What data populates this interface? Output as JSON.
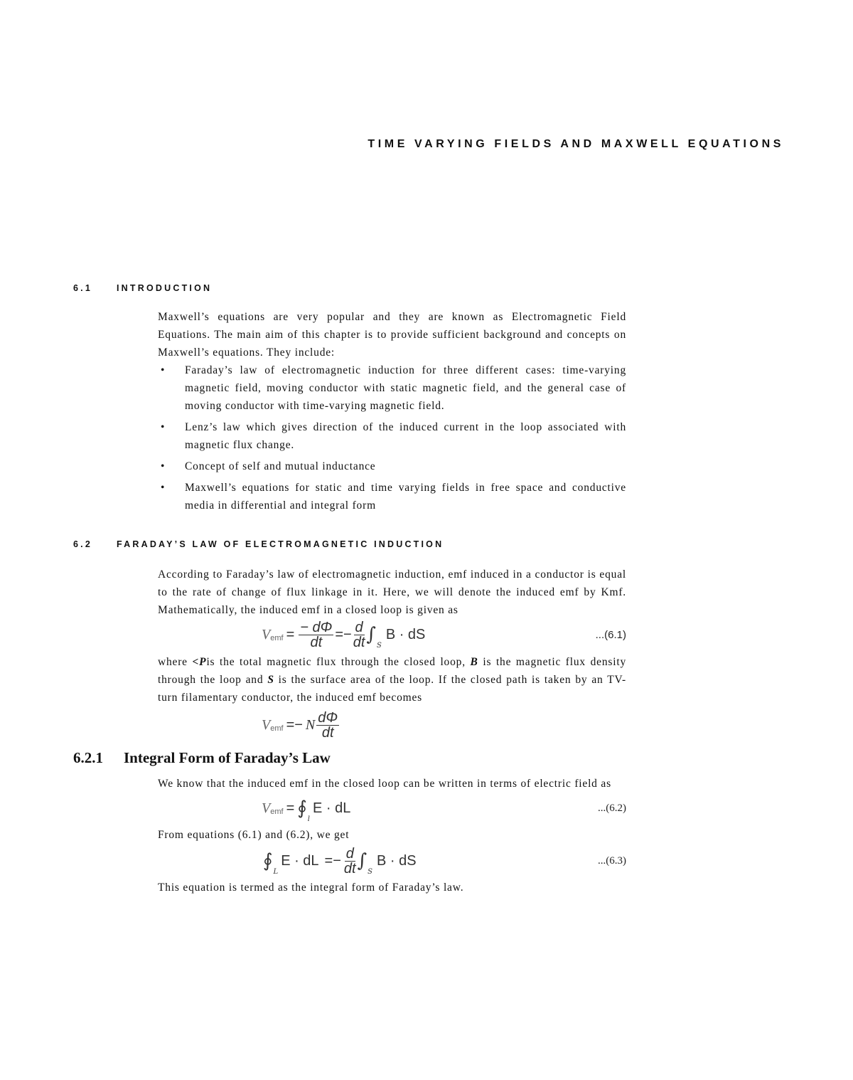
{
  "running_head": "TIME VARYING FIELDS AND MAXWELL EQUATIONS",
  "sections": {
    "s61": {
      "number": "6.1",
      "title": "INTRODUCTION"
    },
    "s62": {
      "number": "6.2",
      "title": "FARADAY’S LAW OF ELECTROMAGNETIC INDUCTION"
    },
    "s621": {
      "number": "6.2.1",
      "title": "Integral Form of Faraday’s Law"
    }
  },
  "intro": {
    "paragraph": "Maxwell’s equations are very popular and they are known as Electromagnetic Field Equations. The main aim of this chapter is to provide sufficient background and concepts on Maxwell’s equations. They include:",
    "bullet": "•",
    "bullets": [
      "Faraday’s law of electromagnetic induction for three different cases: time-varying magnetic field, moving conductor with static magnetic field, and the general case of moving conductor with time-varying magnetic field.",
      "Lenz’s law which gives direction of the induced current in the loop associated with magnetic flux change.",
      "Concept of self and mutual inductance",
      "Maxwell’s equations for static and time varying fields in free space and conductive media in differential and integral form"
    ]
  },
  "faraday": {
    "p1": "According to Faraday’s law of electromagnetic induction, emf induced in a conductor is equal to the rate of change of flux linkage in it. Here, we will denote the induced emf by Kmf. Mathematically, the induced emf in a closed loop is given as",
    "p2_a": "where ",
    "p2_phi": "<P",
    "p2_b": "is the total magnetic flux through the closed loop, ",
    "p2_B": "B",
    "p2_c": " is the magnetic flux density through the loop and ",
    "p2_S": "S",
    "p2_d": " is the surface area of the loop. If the closed path is taken by an TV-turn filamentary conductor, the induced emf becomes"
  },
  "integral_form": {
    "p1": "We know that the induced emf in the closed loop can be written in terms of electric field as",
    "p2": "From equations (6.1) and (6.2), we get",
    "p3": "This equation is termed as the integral form of Faraday’s law."
  },
  "equations": {
    "V": "V",
    "emf": "emf",
    "eq": "=",
    "minus_eq": "=−",
    "minus": "−",
    "dPhi": "dΦ",
    "neg_dPhi": "− dΦ",
    "dt": "dt",
    "d": "d",
    "N": "N",
    "int": "∫",
    "oint": "∮",
    "S_lim": "S",
    "L_lim": "L",
    "l_lim": "l",
    "B_dot_dS": "B · dS",
    "E_dot_dL": "E · dL",
    "no_61": "...(6.1)",
    "no_62": "...(6.2)",
    "no_63": "...(6.3)"
  }
}
